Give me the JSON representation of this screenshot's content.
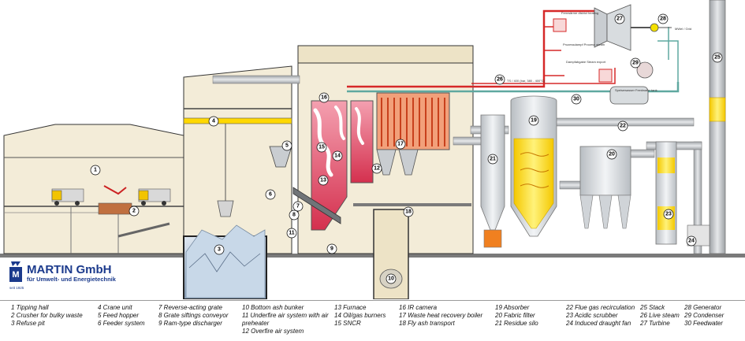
{
  "logo": {
    "name": "MARTIN GmbH",
    "subtitle": "für Umwelt- und Energietechnik",
    "since": "seit 1925",
    "mark": "M"
  },
  "steam_annotations": {
    "line_label": "TS / 400 (bar, 380 - 400°C)",
    "generator_output": "MWel / Grid",
    "district_heating": "Fernwärme district heating",
    "process_steam": "Prozessdampf Process steam",
    "export_steam": "Dampfabgabe Steam export",
    "feedwater_tank": "Speisewasser Feedwater tank"
  },
  "markers": {
    "m1": "1",
    "m2": "2",
    "m3": "3",
    "m4": "4",
    "m5": "5",
    "m6": "6",
    "m7": "7",
    "m8": "8",
    "m9": "9",
    "m10": "10",
    "m11": "11",
    "m12": "12",
    "m13": "13",
    "m14": "14",
    "m15": "15",
    "m16": "16",
    "m17": "17",
    "m18": "18",
    "m19": "19",
    "m20": "20",
    "m21": "21",
    "m22": "22",
    "m23": "23",
    "m24": "24",
    "m25": "25",
    "m26": "26",
    "m27": "27",
    "m28": "28",
    "m29": "29",
    "m30": "30"
  },
  "legend": {
    "col1": [
      "1 Tipping hall",
      "2 Crusher for bulky waste",
      "3 Refuse pit"
    ],
    "col2": [
      "4 Crane unit",
      "5 Feed hopper",
      "6 Feeder system"
    ],
    "col3": [
      "7 Reverse-acting grate",
      "8 Grate siftings conveyor",
      "9 Ram-type discharger"
    ],
    "col4": [
      "10 Bottom ash bunker",
      "11 Underfire air system with air preheater",
      "12 Overfire air system"
    ],
    "col5": [
      "13 Furnace",
      "14 Oil/gas burners",
      "15 SNCR"
    ],
    "col6": [
      "16 IR camera",
      "17 Waste heat recovery boiler",
      "18 Fly ash transport"
    ],
    "col7": [
      "19 Absorber",
      "20 Fabric filter",
      "21 Residue silo"
    ],
    "col8": [
      "22 Flue gas recirculation",
      "23 Acidic scrubber",
      "24 Induced draught fan"
    ],
    "col9": [
      "25 Stack",
      "26 Live steam",
      "27 Turbine"
    ],
    "col10": [
      "28 Generator",
      "29 Condenser",
      "30 Feedwater"
    ]
  },
  "colors": {
    "steam_red": "#d62828",
    "feedwater_teal": "#5fa8a0",
    "flue_grey": "#b9bcc0",
    "boiler_red": "#e8506a",
    "absorber_yellow": "#ffe24a",
    "logo_blue": "#1b3a8c"
  }
}
